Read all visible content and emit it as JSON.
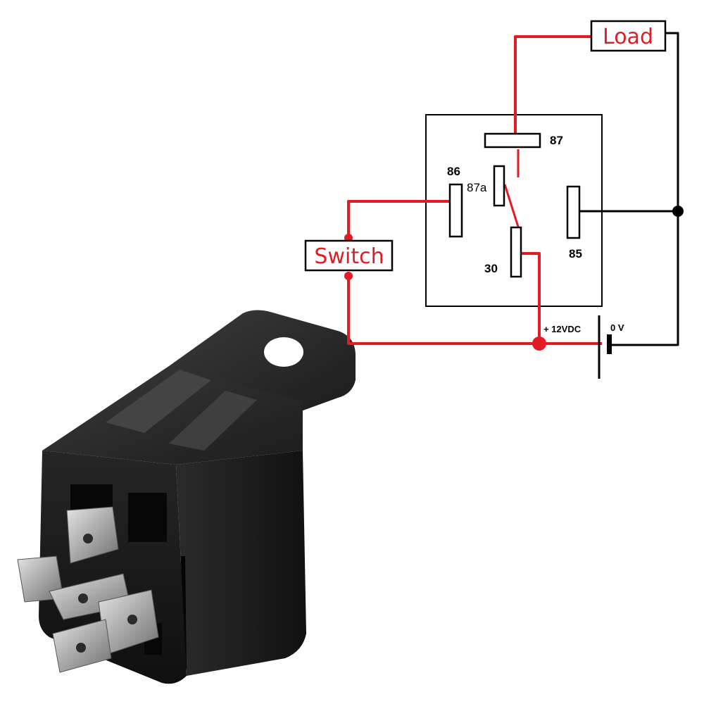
{
  "colors": {
    "wire_positive": "#e31c23",
    "wire_ground": "#000000",
    "relay_body": "#1f1f1f",
    "terminal_metal": "#b9b9b9"
  },
  "diagram": {
    "load_label": "Load",
    "switch_label": "Switch",
    "pins": {
      "p87": "87",
      "p86": "86",
      "p87a": "87a",
      "p85": "85",
      "p30": "30"
    },
    "battery": {
      "positive_label": "+ 12VDC",
      "negative_label": "0 V"
    }
  },
  "photo": {
    "subject": "relay-photo"
  }
}
